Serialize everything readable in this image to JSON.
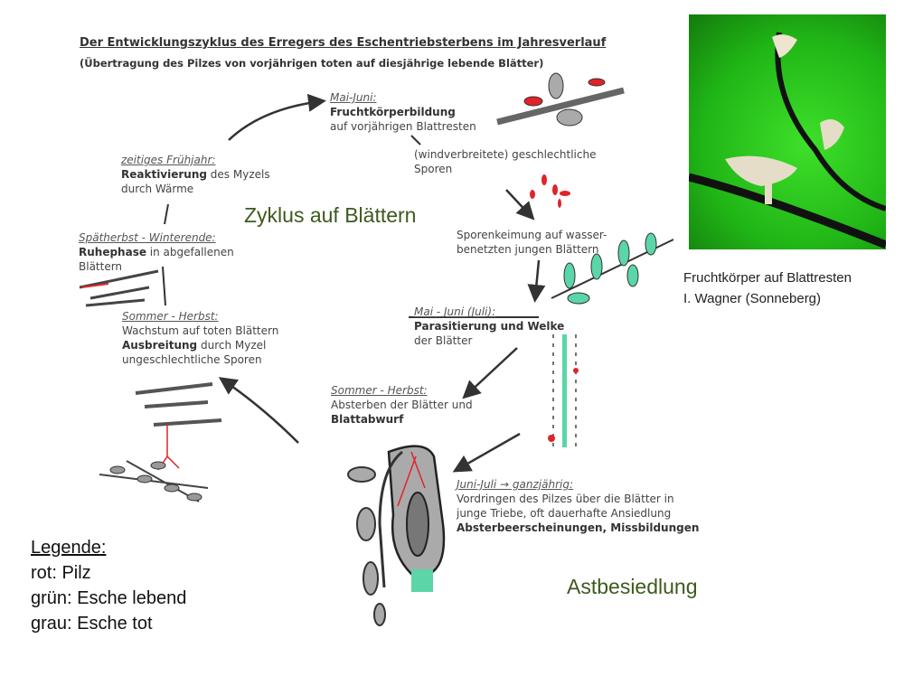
{
  "title": "Der Entwicklungszyklus des Erregers des Eschentriebsterbens im Jahresverlauf",
  "subtitle": "(Übertragung des Pilzes von vorjährigen toten auf diesjährige lebende Blätter)",
  "center_label": "Zyklus auf Blättern",
  "branch_label": "Astbesiedlung",
  "stages": [
    {
      "period": "Mai-Juni:",
      "bold": "Fruchtkörperbildung",
      "text": "auf vorjährigen Blattresten"
    },
    {
      "text": "(windverbreitete) geschlechtliche",
      "text2": "Sporen"
    },
    {
      "text": "Sporenkeimung auf wasser-",
      "text2": "benetzten jungen Blättern"
    },
    {
      "period": "Mai - Juni (Juli):",
      "bold": "Parasitierung und Welke",
      "text": "der Blätter"
    },
    {
      "period": "Sommer - Herbst:",
      "text": "Absterben der Blätter und",
      "bold": "Blattabwurf"
    },
    {
      "period": "Juni-Juli → ganzjährig:",
      "text": "Vordringen des Pilzes über die Blätter in",
      "text2": "junge Triebe, oft dauerhafte Ansiedlung",
      "bold": "Absterbeerscheinungen, Missbildungen"
    },
    {
      "period": "Sommer - Herbst:",
      "text": "Wachstum auf toten Blättern",
      "bold": "Ausbreitung",
      "bold_rest": " durch Myzel",
      "text2": "ungeschlechtliche Sporen"
    },
    {
      "period": "Spätherbst - Winterende:",
      "bold": "Ruhephase",
      "bold_rest": " in abgefallenen",
      "text2": "Blättern"
    },
    {
      "period": "zeitiges Frühjahr:",
      "bold": "Reaktivierung",
      "bold_rest": " des Myzels",
      "text2": "durch Wärme"
    }
  ],
  "legend": {
    "title": "Legende:",
    "items": [
      "rot: Pilz",
      "grün: Esche lebend",
      "grau: Esche tot"
    ]
  },
  "photo_caption": [
    "Fruchtkörper auf Blattresten",
    "I. Wagner  (Sonneberg)"
  ],
  "colors": {
    "fungus": "#e0242a",
    "ash_living": "#5ad6a8",
    "ash_dead": "#9a9a9a",
    "photo_bg": "#22c418"
  }
}
